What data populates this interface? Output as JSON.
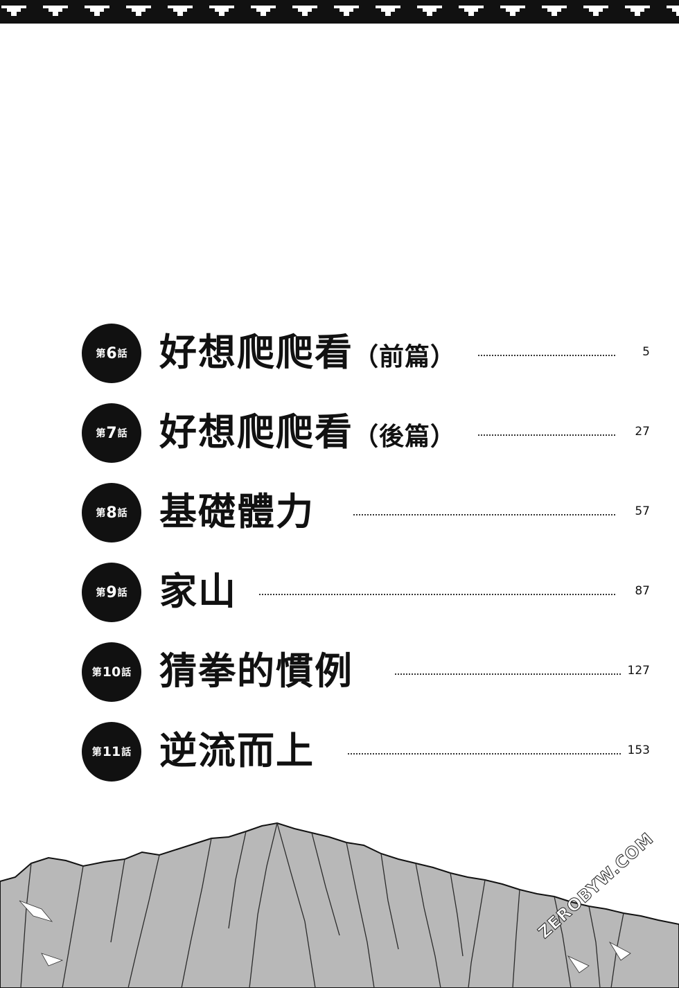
{
  "colors": {
    "ink": "#111111",
    "paper": "#ffffff",
    "mountain_fill": "#b8b8b8"
  },
  "toc": {
    "entries": [
      {
        "prefix": "第",
        "number": "6",
        "suffix": "話",
        "title": "好想爬爬看",
        "subtitle": "（前篇）",
        "page": "5"
      },
      {
        "prefix": "第",
        "number": "7",
        "suffix": "話",
        "title": "好想爬爬看",
        "subtitle": "（後篇）",
        "page": "27"
      },
      {
        "prefix": "第",
        "number": "8",
        "suffix": "話",
        "title": "基礎體力",
        "subtitle": "",
        "page": "57"
      },
      {
        "prefix": "第",
        "number": "9",
        "suffix": "話",
        "title": "家山",
        "subtitle": "",
        "page": "87"
      },
      {
        "prefix": "第",
        "number": "10",
        "suffix": "話",
        "title": "猜拳的慣例",
        "subtitle": "",
        "page": "127"
      },
      {
        "prefix": "第",
        "number": "11",
        "suffix": "話",
        "title": "逆流而上",
        "subtitle": "",
        "page": "153"
      }
    ]
  },
  "watermark": {
    "text": "ZEROBYW.COM"
  }
}
